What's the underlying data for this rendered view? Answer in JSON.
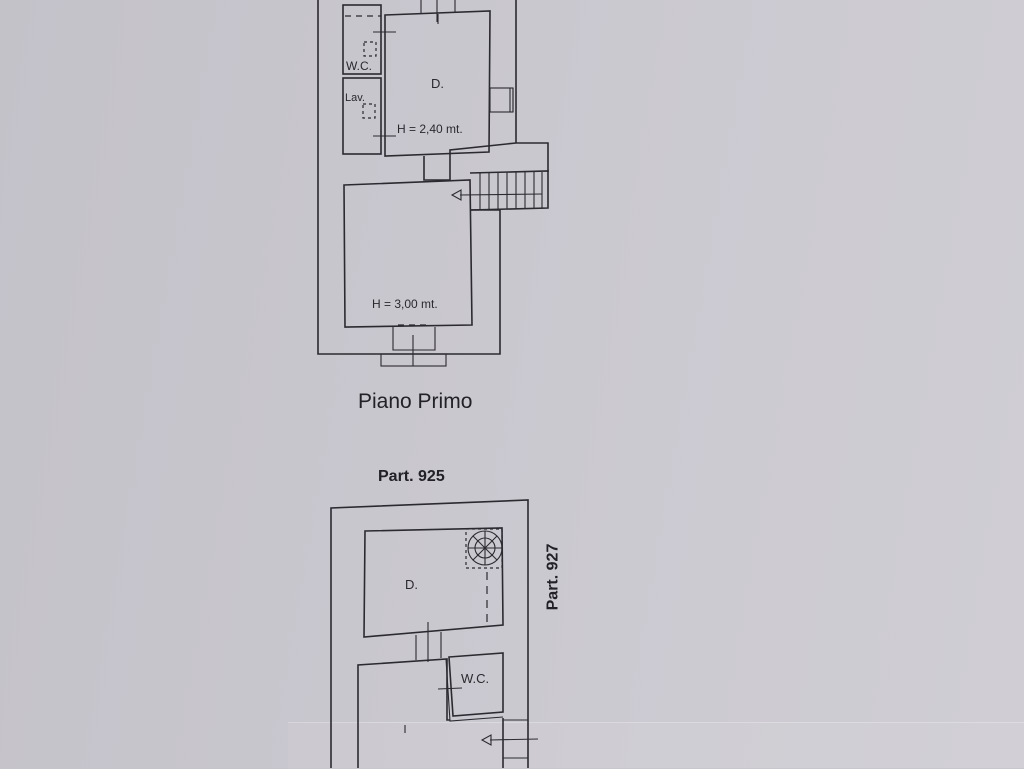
{
  "document": {
    "type": "architectural floor plan (scanned paper)",
    "colors": {
      "paper": "#c8c6cd",
      "ink": "#2b2a30"
    }
  },
  "upper_plan": {
    "title": "Piano Primo",
    "rooms": [
      {
        "id": "wc",
        "label": "W.C."
      },
      {
        "id": "lav",
        "label": "Lav."
      },
      {
        "id": "deposit_upper",
        "label": "D.",
        "height": "H = 2,40 mt."
      },
      {
        "id": "main_room",
        "label": "",
        "height": "H = 3,00 mt."
      }
    ],
    "stairs": {
      "direction": "arrow-left",
      "steps": 8
    }
  },
  "lower_plan": {
    "parcel_top": "Part. 925",
    "parcel_side": "Part. 927",
    "rooms": [
      {
        "id": "deposit_lower",
        "label": "D."
      },
      {
        "id": "wc_lower",
        "label": "W.C."
      }
    ],
    "spiral_stair": true,
    "stairs": {
      "direction": "arrow-left"
    }
  }
}
